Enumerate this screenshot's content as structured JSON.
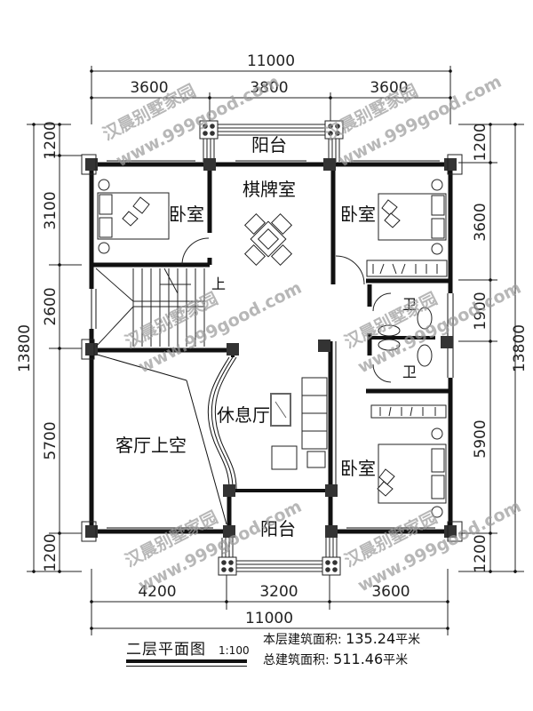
{
  "drawing": {
    "title": "二层平面图",
    "scale": "1:100",
    "floor_area_label": "本层建筑面积:",
    "floor_area_value": "135.24",
    "floor_area_unit": "平米",
    "total_area_label": "总建筑面积:",
    "total_area_value": "511.46",
    "total_area_unit": "平米"
  },
  "dimensions": {
    "top_total": "11000",
    "top_segments": [
      "3600",
      "3800",
      "3600"
    ],
    "bottom_segments": [
      "4200",
      "3200",
      "3600"
    ],
    "bottom_total": "11000",
    "left_segments": [
      "1200",
      "3100",
      "2600",
      "5700",
      "1200"
    ],
    "left_total": "13800",
    "right_segments": [
      "1200",
      "3600",
      "1900",
      "5900",
      "1200"
    ],
    "right_total": "13800"
  },
  "rooms": {
    "balcony_top": "阳台",
    "chess_room": "棋牌室",
    "bedroom_nw": "卧室",
    "bedroom_ne": "卧室",
    "bathroom_1": "卫",
    "bathroom_2": "卫",
    "lounge": "休息厅",
    "living_void": "客厅上空",
    "bedroom_se": "卧室",
    "balcony_bottom": "阳台",
    "stair_up": "上"
  },
  "watermark": {
    "brand": "汉晨别墅家园",
    "url": "www.999good.com"
  }
}
